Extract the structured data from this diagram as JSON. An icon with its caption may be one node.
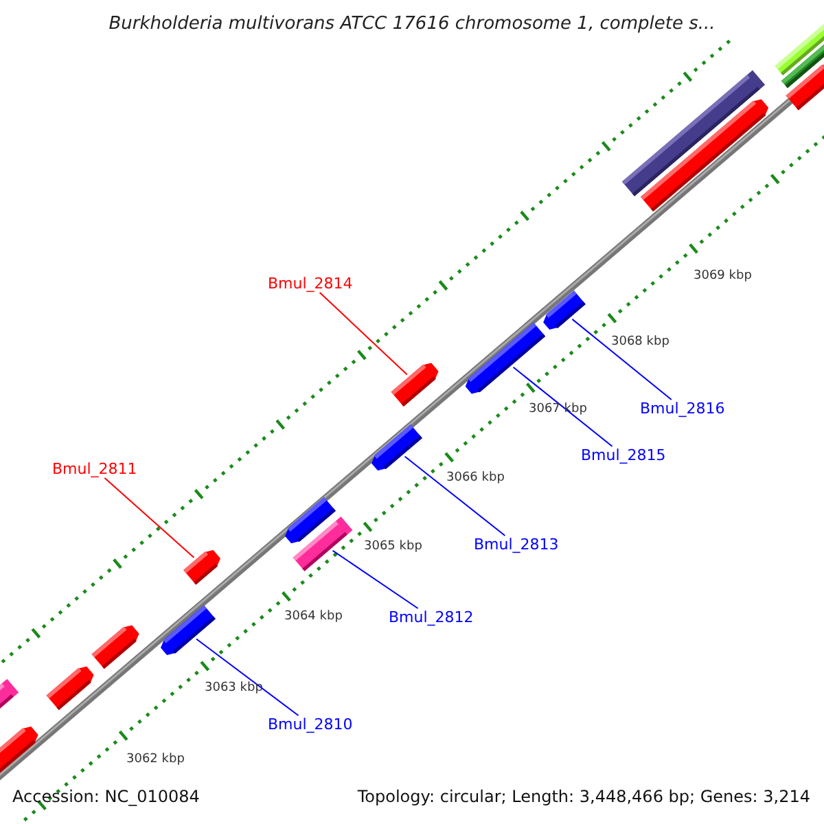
{
  "diagram": {
    "title": "Burkholderia multivorans ATCC 17616 chromosome 1, complete s...",
    "nodes": [
      {
        "text": [
          "Bmul_2810"
        ]
      },
      {
        "text": [
          "Bmul_2811"
        ]
      },
      {
        "text": [
          "Bmul_2812"
        ]
      },
      {
        "text": [
          "Bmul_2813"
        ]
      },
      {
        "text": [
          "Bmul_2814"
        ]
      },
      {
        "text": [
          "Bmul_2815"
        ]
      },
      {
        "text": [
          "Bmul_2816"
        ]
      },
      {
        "text": [],
        "shape": "bar"
      },
      {
        "text": [],
        "shape": "pentagon"
      },
      {
        "text": [],
        "shape": "pentagon"
      },
      {
        "text": [],
        "shape": "pentagon"
      },
      {
        "text": [],
        "shape": "pentagon"
      },
      {
        "text": [],
        "shape": "pentagon"
      },
      {
        "text": [],
        "shape": "pentagon"
      },
      {
        "text": [],
        "shape": "bar"
      },
      {
        "text": [],
        "shape": "pentagon"
      },
      {
        "text": [],
        "shape": "pentagon"
      },
      {
        "text": [],
        "shape": "pentagon"
      },
      {
        "text": [],
        "shape": "pentagon"
      },
      {
        "text": [],
        "shape": "bar"
      },
      {
        "text": [],
        "shape": "pentagon"
      },
      {
        "text": [],
        "shape": "bar"
      },
      {
        "text": [],
        "shape": "pentagon"
      },
      {
        "text": [],
        "shape": "bar"
      }
    ],
    "edges": [
      {
        "from": 0,
        "to": 11,
        "arrow": "none"
      },
      {
        "from": 1,
        "to": 12,
        "arrow": "none",
        "color": "#ff0000"
      },
      {
        "from": 2,
        "to": 14,
        "arrow": "none"
      },
      {
        "from": 3,
        "to": 15,
        "arrow": "none"
      },
      {
        "from": 4,
        "to": 16,
        "arrow": "none",
        "color": "#ff0000"
      },
      {
        "from": 5,
        "to": 17,
        "arrow": "none"
      },
      {
        "from": 6,
        "to": 18,
        "arrow": "none"
      }
    ],
    "labels": [
      "3062 kbp",
      "3063 kbp",
      "3064 kbp",
      "3065 kbp",
      "3066 kbp",
      "3067 kbp",
      "3068 kbp",
      "3069 kbp",
      "Accession: NC_010084",
      "Topology: circular; Length: 3,448,466 bp; Genes: 3,214"
    ]
  }
}
